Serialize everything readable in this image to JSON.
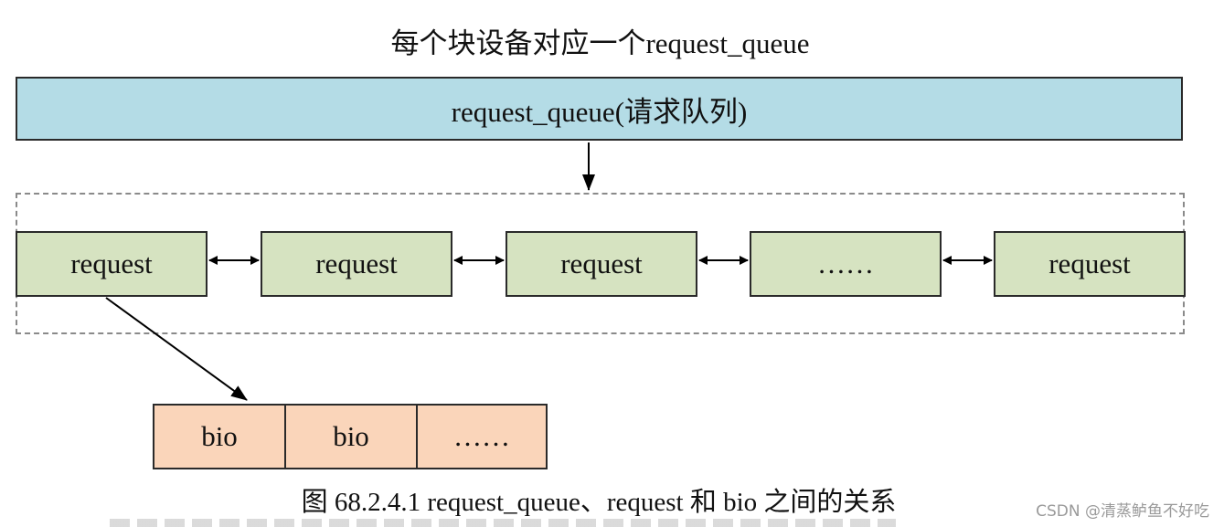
{
  "title": "每个块设备对应一个request_queue",
  "request_queue": {
    "label": "request_queue(请求队列)"
  },
  "requests": [
    {
      "label": "request"
    },
    {
      "label": "request"
    },
    {
      "label": "request"
    },
    {
      "label": "……"
    },
    {
      "label": "request"
    }
  ],
  "bios": [
    {
      "label": "bio"
    },
    {
      "label": "bio"
    },
    {
      "label": "……"
    }
  ],
  "caption": "图 68.2.4.1 request_queue、request 和 bio 之间的关系",
  "watermark": "CSDN @清蒸鲈鱼不好吃",
  "colors": {
    "queue_fill": "#b4dce6",
    "request_fill": "#d6e3c1",
    "bio_fill": "#fad5ba",
    "stroke": "#2a2a2a",
    "dashed_border": "#8a8a8a"
  }
}
